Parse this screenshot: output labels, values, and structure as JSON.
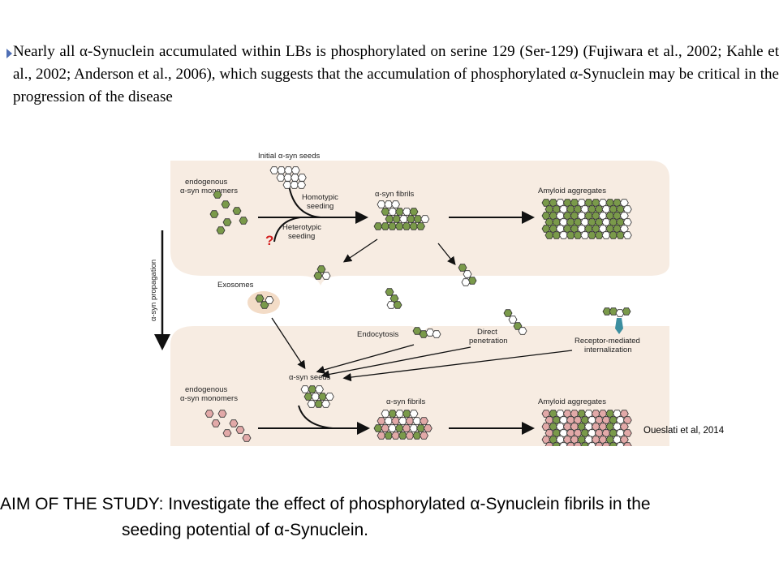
{
  "paragraph": "Nearly all α-Synuclein accumulated within LBs is phosphorylated on serine 129 (Ser-129) (Fujiwara et al., 2002; Kahle et al., 2002; Anderson et al., 2006), which suggests that the accumulation of phosphorylated α-Synuclein may be critical in the progression of the disease",
  "diagram": {
    "top": {
      "initial_seeds": "Initial α-syn seeds",
      "endogenous_1": "endogenous",
      "endogenous_2": "α-syn monomers",
      "homotypic_1": "Homotypic",
      "homotypic_2": "seeding",
      "heterotypic_1": "Heterotypic",
      "heterotypic_2": "seeding",
      "question": "?",
      "fibrils": "α-syn fibrils",
      "aggregates": "Amyloid aggregates"
    },
    "propagation": "α-syn propagation",
    "middle": {
      "exosomes": "Exosomes",
      "endocytosis": "Endocytosis",
      "direct_1": "Direct",
      "direct_2": "penetration",
      "receptor_1": "Receptor-mediated",
      "receptor_2": "internalization"
    },
    "bottom": {
      "seeds": "α-syn seeds",
      "endogenous_1": "endogenous",
      "endogenous_2": "α-syn monomers",
      "fibrils": "α-syn fibrils",
      "aggregates": "Amyloid aggregates"
    },
    "colors": {
      "green": "#7a9a4a",
      "pink": "#e2a9a8",
      "white": "#ffffff",
      "panel": "#f7ece2",
      "question": "#d42020",
      "receptor": "#3d8fa0"
    }
  },
  "citation": "Oueslati et al, 2014",
  "aim": {
    "line1": "AIM OF THE STUDY: Investigate the effect of phosphorylated α-Synuclein fibrils in the",
    "line2": "seeding potential of α-Synuclein."
  }
}
